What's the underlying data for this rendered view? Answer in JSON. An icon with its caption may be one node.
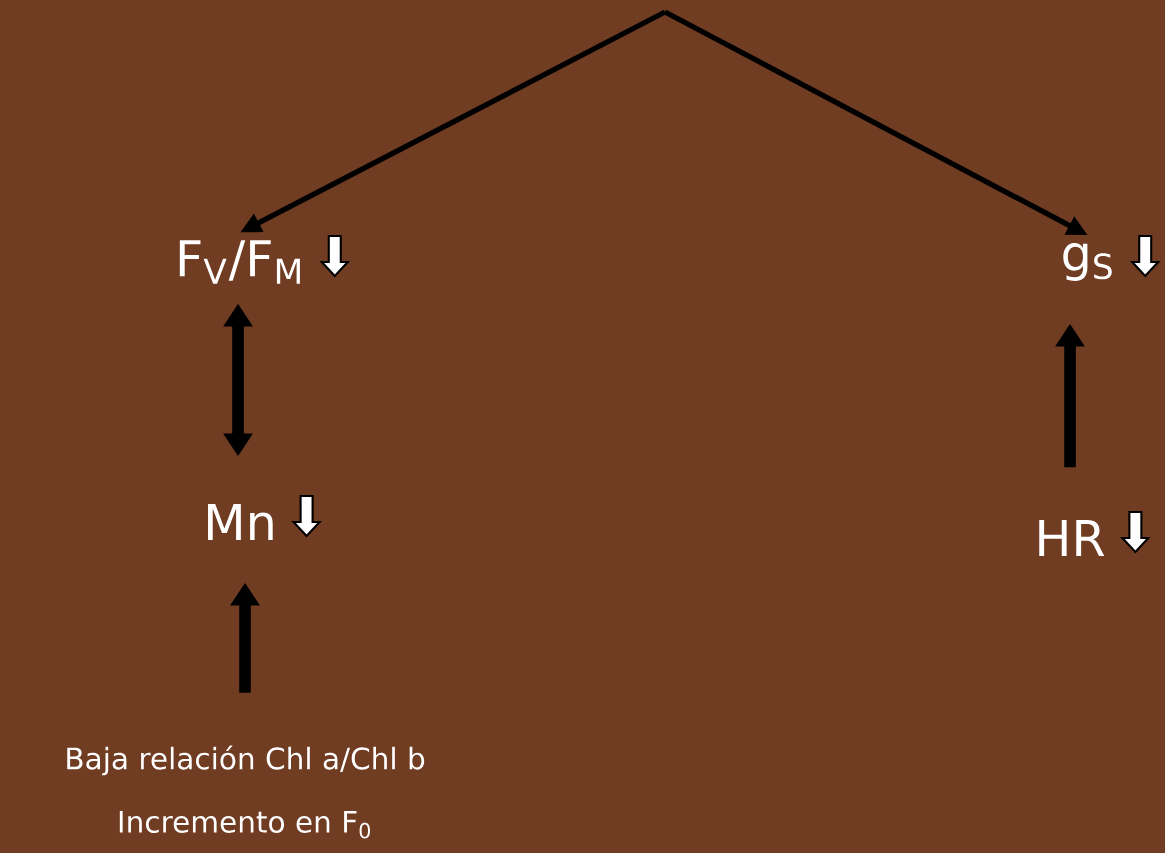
{
  "diagram": {
    "nodes": [
      {
        "text": [
          "F$_{V}$/F$_{M}$"
        ]
      },
      {
        "text": [
          "Mn"
        ]
      },
      {
        "text": [
          "Baja relación Chl a/Chl b",
          "Incremento en F$_{0}$"
        ]
      },
      {
        "text": [
          "g$_{S}$"
        ]
      },
      {
        "text": [
          "HR"
        ]
      }
    ],
    "edges": [
      {
        "from": null,
        "to": 0,
        "arrow": "to"
      },
      {
        "from": null,
        "to": 3,
        "arrow": "to"
      },
      {
        "from": 0,
        "to": 1,
        "arrow": "both"
      },
      {
        "from": 2,
        "to": 1,
        "arrow": "to"
      },
      {
        "from": 4,
        "to": 3,
        "arrow": "to"
      }
    ]
  }
}
